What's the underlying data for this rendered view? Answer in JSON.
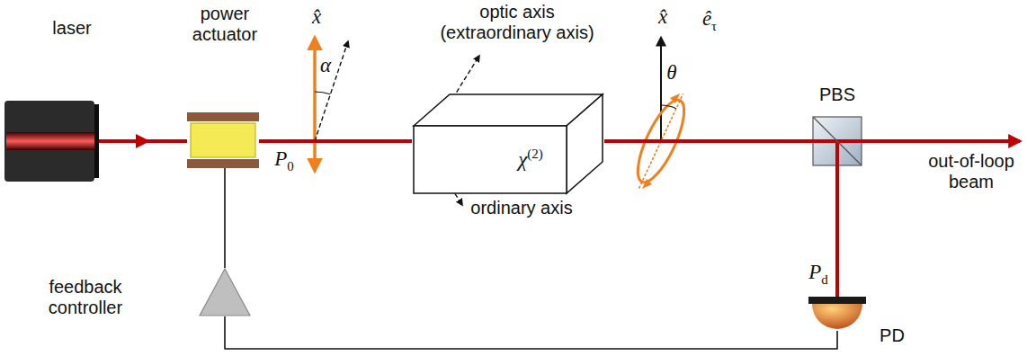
{
  "diagram": {
    "nodes": [
      {
        "text": [
          "laser"
        ]
      },
      {
        "text": [
          "power actuator"
        ]
      },
      {
        "text": [
          "χ(2)"
        ]
      },
      {
        "text": [
          "PBS"
        ]
      },
      {
        "text": [
          "PD"
        ]
      },
      {
        "text": [
          "feedback controller"
        ]
      }
    ],
    "edges": [
      {
        "from": 0,
        "to": 1,
        "arrow": "to"
      },
      {
        "from": 1,
        "to": 2,
        "arrow": "none"
      },
      {
        "from": 2,
        "to": 3,
        "arrow": "none"
      },
      {
        "from": 3,
        "to": 4,
        "arrow": "none"
      },
      {
        "from": 4,
        "to": 5,
        "arrow": "none"
      },
      {
        "from": 5,
        "to": 1,
        "arrow": "none"
      }
    ],
    "labels": [
      "x̂",
      "α",
      "P0",
      "optic axis (extraordinary axis)",
      "ordinary axis",
      "x̂",
      "θ",
      "êτ",
      "out-of-loop beam",
      "Pd"
    ]
  }
}
